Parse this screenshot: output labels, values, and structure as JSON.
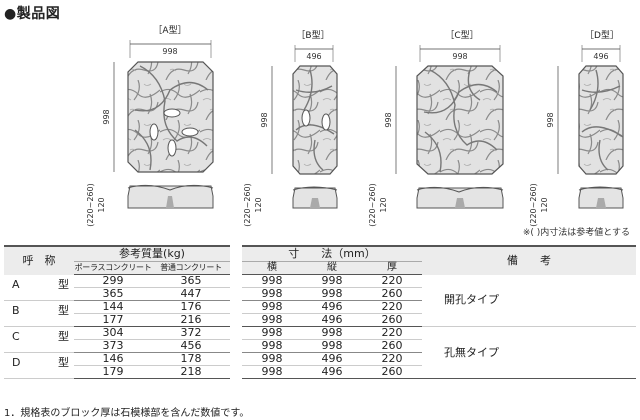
{
  "title": "●製品図",
  "drawings": [
    {
      "label": "［A型］",
      "width_text": "998",
      "height_text": "998"
    },
    {
      "label": "［B型］",
      "width_text": "496",
      "height_text": "998"
    },
    {
      "label": "［C型］",
      "width_text": "998",
      "height_text": "998"
    },
    {
      "label": "［D型］",
      "width_text": "496",
      "height_text": "998"
    }
  ],
  "thickness_labels": {
    "range": "(220~260)",
    "inner": "120"
  },
  "note": "※(  )内寸法は参考値とする",
  "table": {
    "headers": {
      "name": "呼　称",
      "mass": "参考質量(kg)",
      "porous": "ポーラスコンクリート",
      "normal": "普通コンクリート",
      "dims": "寸　　法（mm）",
      "w": "横",
      "h": "縦",
      "t": "厚",
      "remarks": "備　　考"
    },
    "groups": [
      {
        "letter": "A",
        "suffix": "型",
        "rows": [
          [
            "299",
            "365",
            "998",
            "998",
            "220"
          ],
          [
            "365",
            "447",
            "998",
            "998",
            "260"
          ]
        ]
      },
      {
        "letter": "B",
        "suffix": "型",
        "rows": [
          [
            "144",
            "176",
            "998",
            "496",
            "220"
          ],
          [
            "177",
            "216",
            "998",
            "496",
            "260"
          ]
        ]
      },
      {
        "letter": "C",
        "suffix": "型",
        "rows": [
          [
            "304",
            "372",
            "998",
            "998",
            "220"
          ],
          [
            "373",
            "456",
            "998",
            "998",
            "260"
          ]
        ]
      },
      {
        "letter": "D",
        "suffix": "型",
        "rows": [
          [
            "146",
            "178",
            "998",
            "496",
            "220"
          ],
          [
            "179",
            "218",
            "998",
            "496",
            "260"
          ]
        ]
      }
    ],
    "remarks": {
      "perforated": "開孔タイプ",
      "solid": "孔無タイプ"
    }
  },
  "footnote": "1．規格表のブロック厚は石模様部を含んだ数値です。",
  "colors": {
    "stone_fill": "#e4e4e4",
    "stone_line": "#6a6a6a",
    "header_bg": "#ececec"
  }
}
